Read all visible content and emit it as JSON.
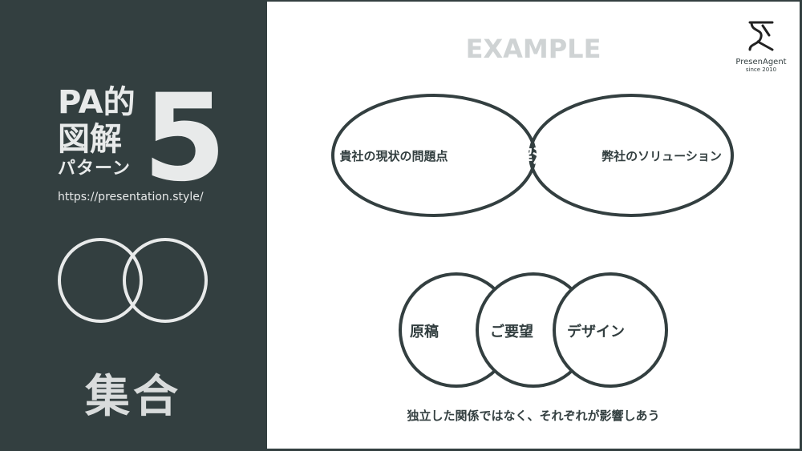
{
  "left_panel": {
    "series_line1": "PA的",
    "series_line2": "図解",
    "series_line3": "パターン",
    "pattern_number": "5",
    "url": "https://presentation.style/",
    "pattern_title": "集合"
  },
  "main": {
    "heading": "EXAMPLE",
    "logo_name": "PresenAgent",
    "logo_since": "since 2010",
    "venn": {
      "left_set": "貴社の現状の問題点",
      "intersection": "解決",
      "right_set": "弊社のソリューション"
    },
    "circles": [
      "原稿",
      "ご要望",
      "デザイン"
    ],
    "caption": "独立した関係ではなく、それぞれが影響しあう"
  },
  "colors": {
    "dark": "#333f40",
    "light_text": "#d9dcdc",
    "example_gray": "#cfd3d4",
    "white": "#ffffff"
  }
}
